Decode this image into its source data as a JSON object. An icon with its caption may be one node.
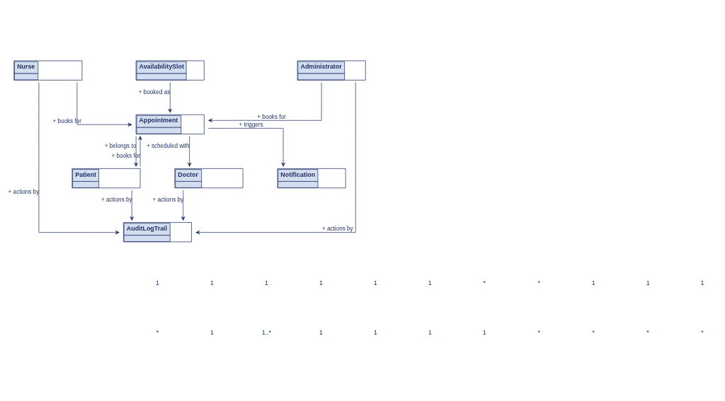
{
  "diagram": {
    "nodes": [
      {
        "text": [
          "Nurse"
        ]
      },
      {
        "text": [
          "AvailabilitySlot"
        ]
      },
      {
        "text": [
          "Administrator"
        ]
      },
      {
        "text": [
          "Appointment"
        ]
      },
      {
        "text": [
          "Doctor"
        ]
      },
      {
        "text": [
          "Notification"
        ]
      },
      {
        "text": [
          "Patient"
        ]
      },
      {
        "text": [
          "AuditLogTrail"
        ]
      }
    ],
    "edges": [
      {
        "from": 0,
        "to": 3,
        "arrow": "to",
        "label": "+ books for"
      },
      {
        "from": 1,
        "to": 3,
        "arrow": "to",
        "label": "+ booked as"
      },
      {
        "from": 2,
        "to": 3,
        "arrow": "to",
        "label": "+ books for"
      },
      {
        "from": 6,
        "to": 3,
        "arrow": "to",
        "label": "+ books for"
      },
      {
        "from": 3,
        "to": 4,
        "arrow": "to",
        "label": "+ scheduled with"
      },
      {
        "from": 3,
        "to": 5,
        "arrow": "to",
        "label": "+ triggers"
      },
      {
        "from": 3,
        "to": 6,
        "arrow": "to",
        "label": "+ belongs to"
      },
      {
        "from": 0,
        "to": 7,
        "arrow": "to",
        "label": "+ actions by"
      },
      {
        "from": 4,
        "to": 7,
        "arrow": "to",
        "label": "+ actions by"
      },
      {
        "from": 2,
        "to": 7,
        "arrow": "to",
        "label": "+ actions by"
      },
      {
        "from": 6,
        "to": 7,
        "arrow": "to",
        "label": "+ actions by"
      }
    ],
    "labels": [
      "1",
      "1",
      "1",
      "1",
      "1",
      "1",
      "*",
      "*",
      "1",
      "1",
      "1",
      "*",
      "1",
      "1..*",
      "1",
      "1",
      "1",
      "1",
      "*",
      "*",
      "*",
      "*"
    ]
  }
}
